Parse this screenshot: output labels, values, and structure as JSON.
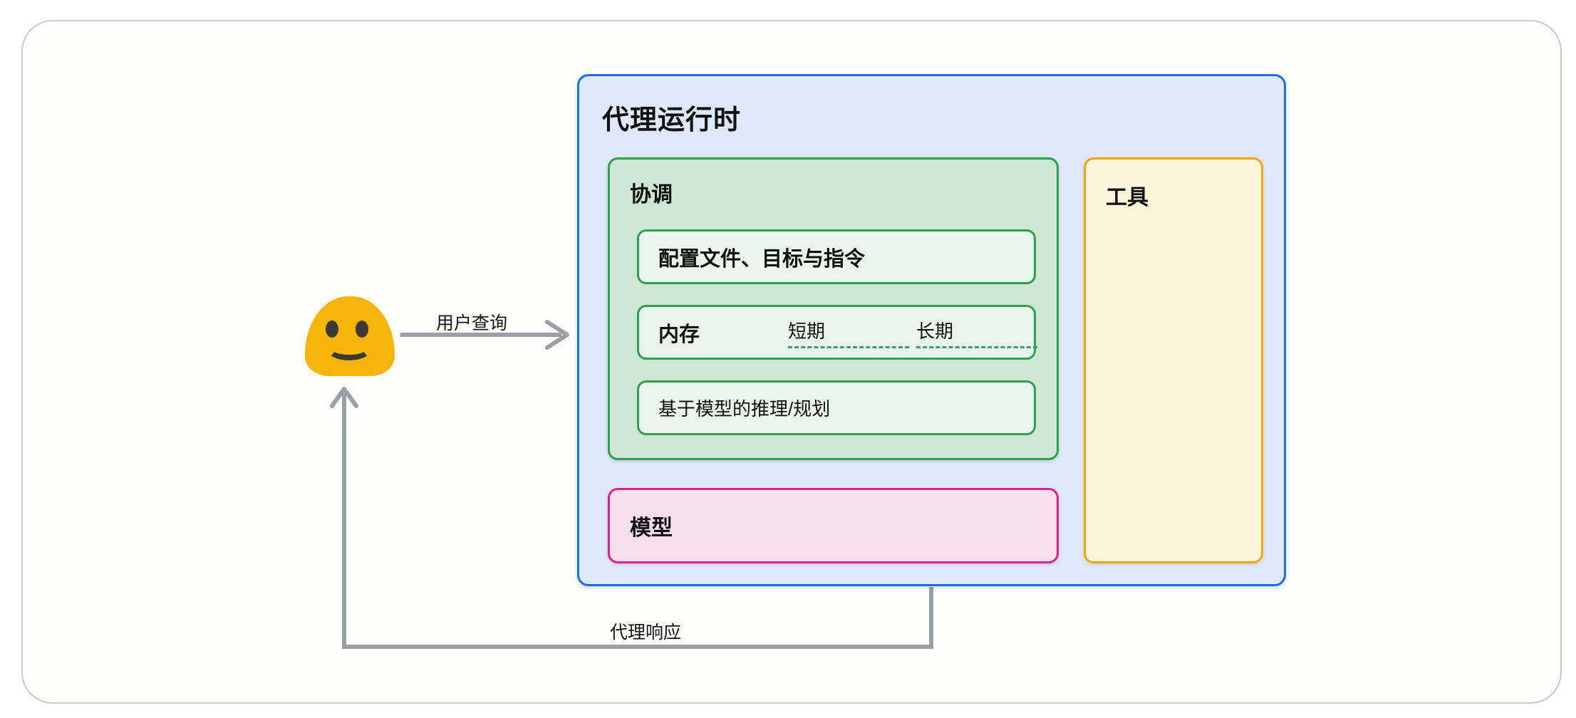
{
  "diagram": {
    "user": {
      "icon": "blob-smiley-emoji"
    },
    "flows": {
      "user_query_label": "用户查询",
      "agent_response_label": "代理响应"
    },
    "runtime": {
      "title": "代理运行时",
      "orchestration": {
        "title": "协调",
        "profile_box_label": "配置文件、目标与指令",
        "memory": {
          "title": "内存",
          "short_term_label": "短期",
          "long_term_label": "长期"
        },
        "reasoning_box_label": "基于模型的推理/规划"
      },
      "model": {
        "title": "模型"
      },
      "tools": {
        "title": "工具"
      }
    },
    "colors": {
      "runtime_border": "#1b6fe0",
      "runtime_fill": "#dde8f8",
      "orchestration_border": "#2f9e4d",
      "orchestration_fill": "#cde8d2",
      "orchestration_subbox_fill": "#e9f5ec",
      "memory_underline": "#38a35a",
      "model_border": "#de2384",
      "model_fill": "#fbdeee",
      "tools_border": "#f0a500",
      "tools_fill": "#fdf4da",
      "arrow_gray": "#9aa0a6",
      "emoji_yellow": "#f6b40b"
    }
  }
}
